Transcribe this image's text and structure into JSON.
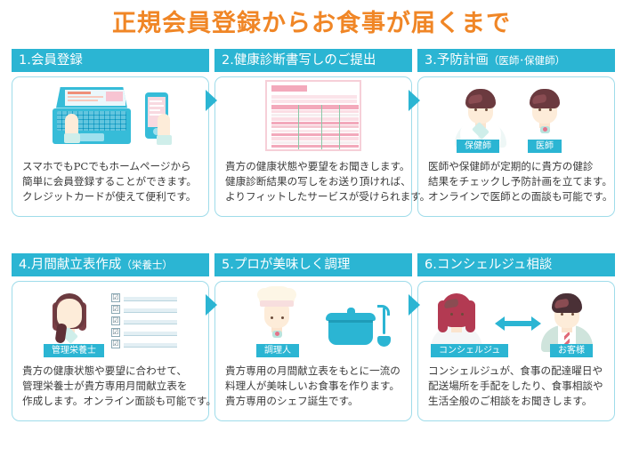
{
  "title": "正規会員登録からお食事が届くまで",
  "colors": {
    "title": "#f08626",
    "header_bar": "#2bb5d3",
    "card_border": "#9fdcea",
    "accent_teal": "#2bb5d3",
    "form_pink": "#f3a9bb",
    "body_text": "#3a3a3a"
  },
  "cards": [
    {
      "number": "1.",
      "heading": "1.会員登録",
      "heading_main": "1.会員登録",
      "heading_sub": "",
      "illustration": "laptop-and-smartphone",
      "labels": [],
      "body_lines": [
        "スマホでもPCでもホームページから",
        "簡単に会員登録することができます。",
        "クレジットカードが使えて便利です。"
      ],
      "has_arrow": true
    },
    {
      "number": "2.",
      "heading": "2.健康診断書写しのご提出",
      "heading_main": "2.健康診断書写しのご提出",
      "heading_sub": "",
      "illustration": "medical-checkup-form",
      "labels": [],
      "body_lines": [
        "貴方の健康状態や要望をお聞きします。",
        "健康診断結果の写しをお送り頂ければ、",
        "よりフィットしたサービスが受けられます。"
      ],
      "has_arrow": true
    },
    {
      "number": "3.",
      "heading": "3.予防計画（医師･保健師）",
      "heading_main": "3.予防計画",
      "heading_sub": "（医師･保健師）",
      "illustration": "nurse-and-doctor",
      "labels": [
        "保健師",
        "医師"
      ],
      "body_lines": [
        "医師や保健師が定期的に貴方の健診",
        "結果をチェックし予防計画を立てます。",
        "オンラインで医師との面談も可能です。"
      ],
      "has_arrow": false
    },
    {
      "number": "4.",
      "heading": "4.月間献立表作成（栄養士）",
      "heading_main": "4.月間献立表作成",
      "heading_sub": "（栄養士）",
      "illustration": "dietitian-and-checklist",
      "labels": [
        "管理栄養士"
      ],
      "body_lines": [
        "貴方の健康状態や要望に合わせて、",
        "管理栄養士が貴方専用月間献立表を",
        "作成します。オンライン面談も可能です。"
      ],
      "has_arrow": true
    },
    {
      "number": "5.",
      "heading": "5.プロが美味しく調理",
      "heading_main": "5.プロが美味しく調理",
      "heading_sub": "",
      "illustration": "chef-with-pot",
      "labels": [
        "調理人"
      ],
      "body_lines": [
        "貴方専用の月間献立表をもとに一流の",
        "料理人が美味しいお食事を作ります。",
        "貴方専用のシェフ誕生です。"
      ],
      "has_arrow": true
    },
    {
      "number": "6.",
      "heading": "6.コンシェルジュ相談",
      "heading_main": "6.コンシェルジュ相談",
      "heading_sub": "",
      "illustration": "concierge-and-customer",
      "labels": [
        "コンシェルジュ",
        "お客様"
      ],
      "body_lines": [
        "コンシェルジュが、食事の配達曜日や",
        "配送場所を手配をしたり、食事相談や",
        "生活全般のご相談をお聞きします。"
      ],
      "has_arrow": false
    }
  ],
  "checklist": {
    "checkmark": "☑",
    "rows": 5
  }
}
